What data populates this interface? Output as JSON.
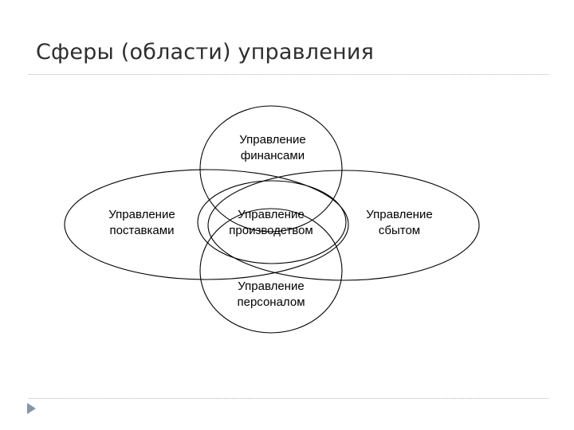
{
  "slide": {
    "title": "Сферы (области) управления"
  },
  "diagram": {
    "finance": {
      "line1": "Управление",
      "line2": "финансами"
    },
    "supply": {
      "line1": "Управление",
      "line2": "поставками"
    },
    "production": {
      "line1": "Управление",
      "line2": "производством"
    },
    "sales": {
      "line1": "Управление",
      "line2": "сбытом"
    },
    "personnel": {
      "line1": "Управление",
      "line2": "персоналом"
    }
  },
  "colors": {
    "title": "#2e2e2e",
    "nav_arrow": "#7f98ac",
    "rule": "#b8b8b8"
  },
  "icons": {
    "nav": "next-slide-arrow-icon"
  }
}
